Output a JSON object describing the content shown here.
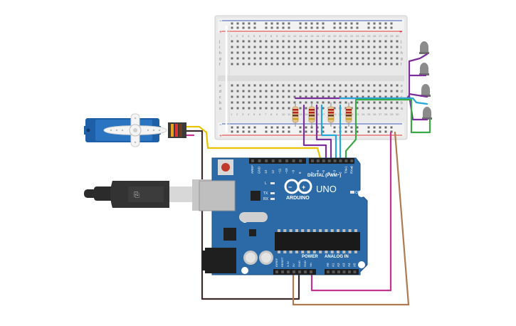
{
  "colors": {
    "board": "#2b6aa6",
    "breadboard": "#e9e9e9",
    "servo": "#1e5fa8",
    "wire_yellow": "#e8c300",
    "wire_purple": "#7a2f9b",
    "wire_cyan": "#27a6d8",
    "wire_green": "#3aa845",
    "wire_magenta": "#c4348f",
    "wire_brown": "#b07a4f",
    "wire_dark": "#3d2b2b"
  },
  "arduino": {
    "brand": "ARDUINO",
    "model": "UNO",
    "digital_label": "DIGITAL (PWM~)",
    "power_label": "POWER",
    "analog_label": "ANALOG IN",
    "on_label": "ON",
    "led_l": "L",
    "led_tx": "TX",
    "led_rx": "RX",
    "digital_pins": [
      "AREF",
      "GND",
      "13",
      "12",
      "~11",
      "~10",
      "~9",
      "8",
      "7",
      "~6",
      "~5",
      "4",
      "~3",
      "2",
      "TX▸1",
      "RX◂0"
    ],
    "power_pins": [
      "IOREF",
      "RESET",
      "3.3V",
      "5V",
      "GND",
      "GND",
      "Vin"
    ],
    "analog_pins": [
      "A0",
      "A1",
      "A2",
      "A3",
      "A4",
      "A5"
    ]
  },
  "breadboard": {
    "row_letters_top": [
      "j",
      "i",
      "h",
      "g",
      "f"
    ],
    "row_letters_bottom": [
      "e",
      "d",
      "c",
      "b",
      "a"
    ],
    "columns": [
      "1",
      "2",
      "3",
      "4",
      "5",
      "6",
      "7",
      "8",
      "9",
      "10",
      "11",
      "12",
      "13",
      "14",
      "15",
      "16",
      "17",
      "18",
      "19",
      "20",
      "21",
      "22",
      "23",
      "24",
      "25",
      "26",
      "27",
      "28",
      "29",
      "30"
    ]
  },
  "components": {
    "servo": "servo-motor",
    "usb": "usb-cable",
    "led_count": 4,
    "resistor_count": 4
  }
}
